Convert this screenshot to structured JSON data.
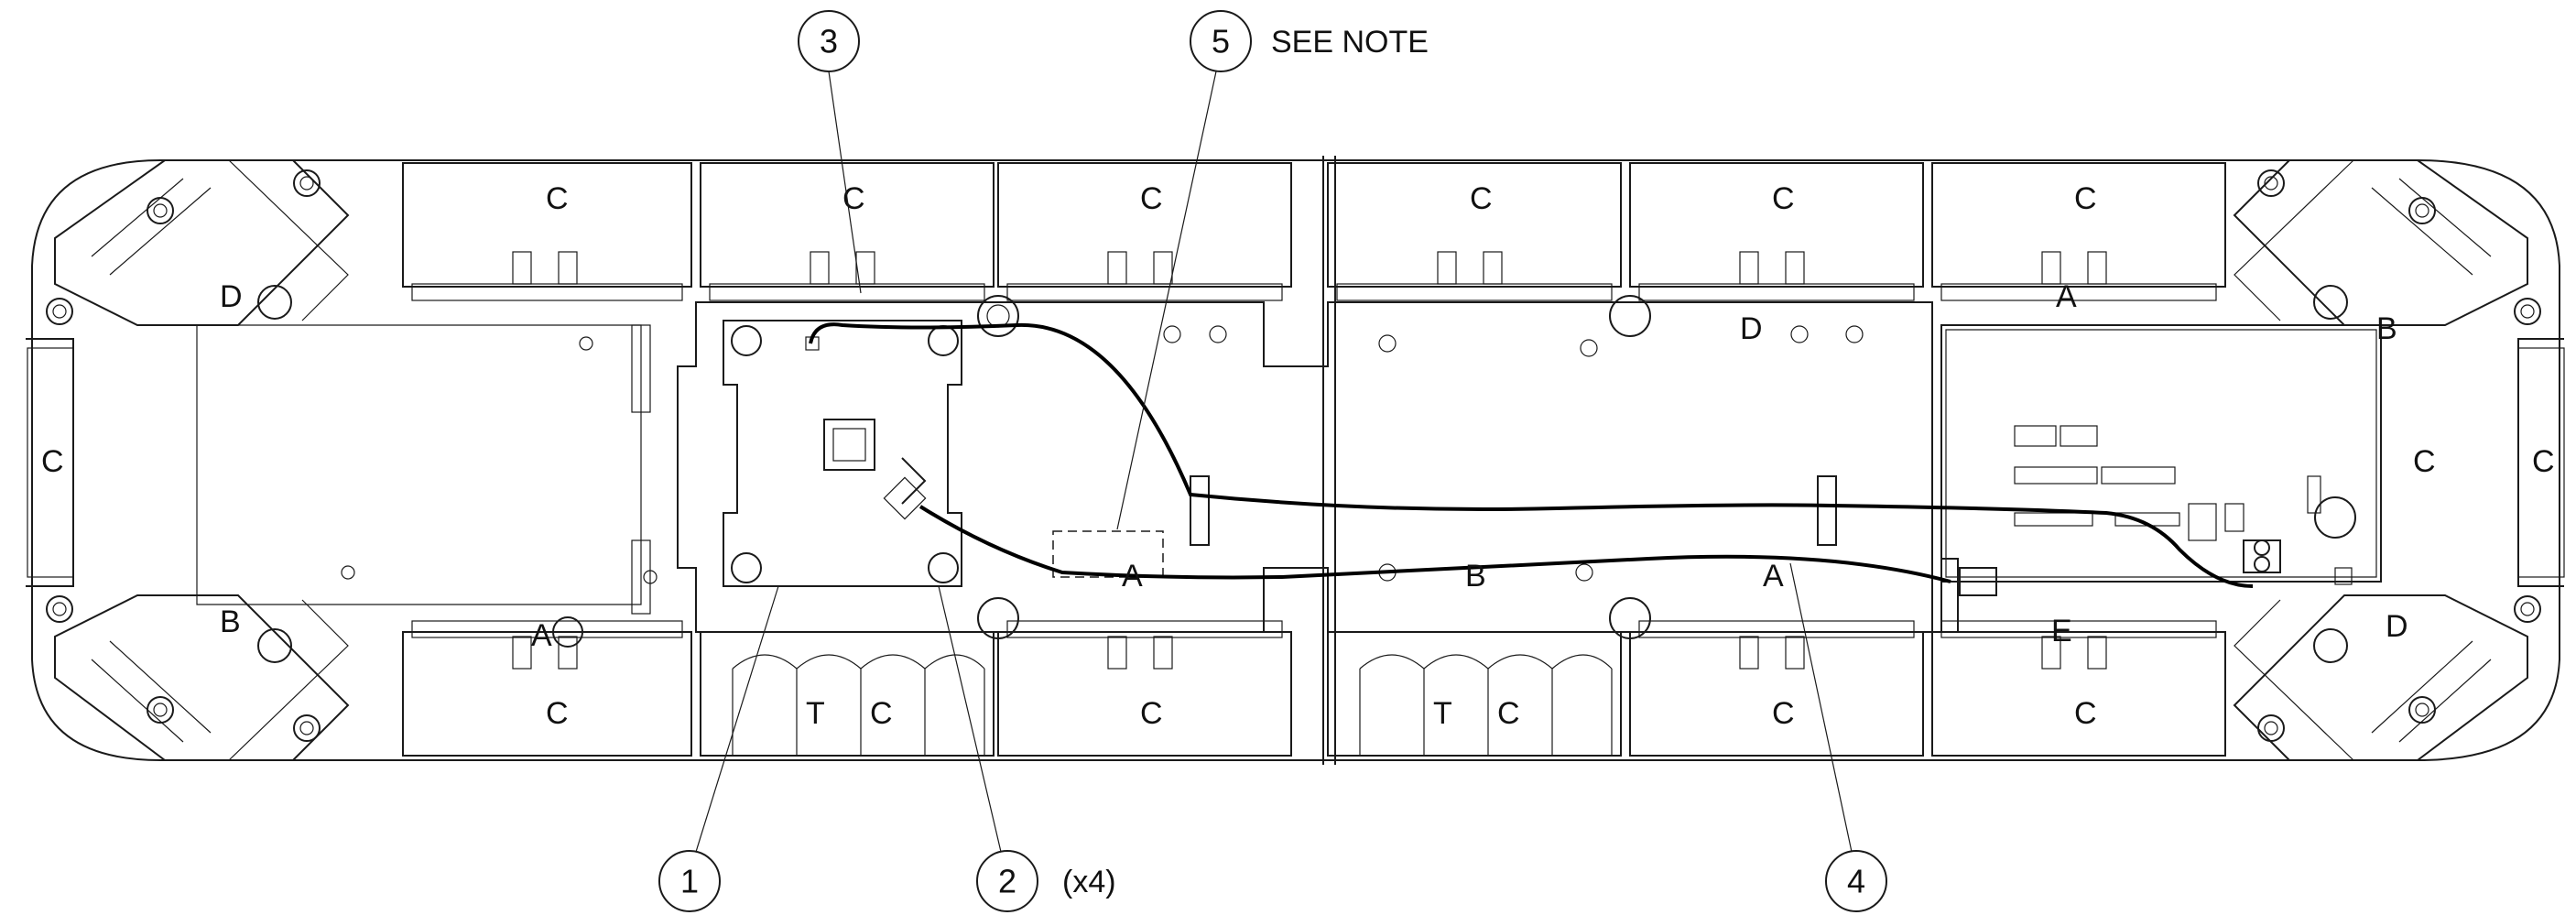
{
  "balloons": {
    "b1": {
      "number": "1"
    },
    "b2": {
      "number": "2",
      "qty": "(x4)"
    },
    "b3": {
      "number": "3"
    },
    "b4": {
      "number": "4"
    },
    "b5": {
      "number": "5",
      "note": "SEE NOTE"
    }
  },
  "module_marks": {
    "c": "C",
    "d": "D",
    "a": "A",
    "b": "B",
    "e": "E",
    "t": "T"
  },
  "colors": {
    "line": "#1a1a1a",
    "background": "#ffffff"
  }
}
